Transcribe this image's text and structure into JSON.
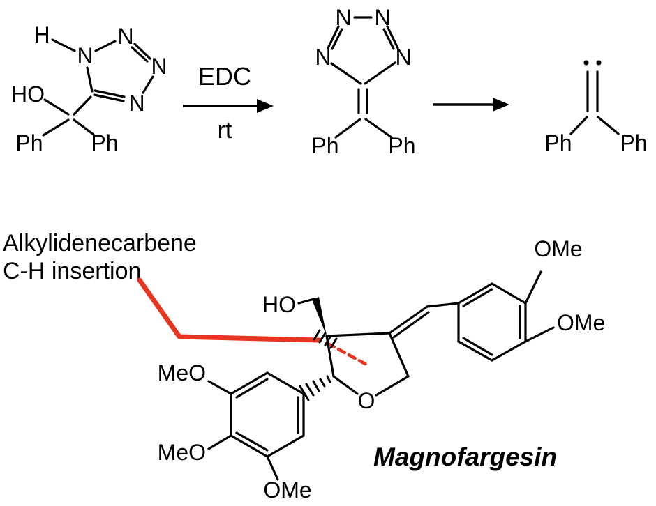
{
  "scheme": {
    "reagents": {
      "top": "EDC",
      "bottom": "rt"
    },
    "labels": {
      "h": "H",
      "n": "N",
      "ho": "HO",
      "o": "O",
      "ph": "Ph",
      "ome": "OMe",
      "meo": "MeO"
    },
    "annotation": {
      "line1": "Alkylidenecarbene",
      "line2": "C-H insertion"
    },
    "product": {
      "name": "Magnofargesin"
    },
    "colors": {
      "highlight_red": "#e63520",
      "name_blue": "#44617e"
    }
  }
}
